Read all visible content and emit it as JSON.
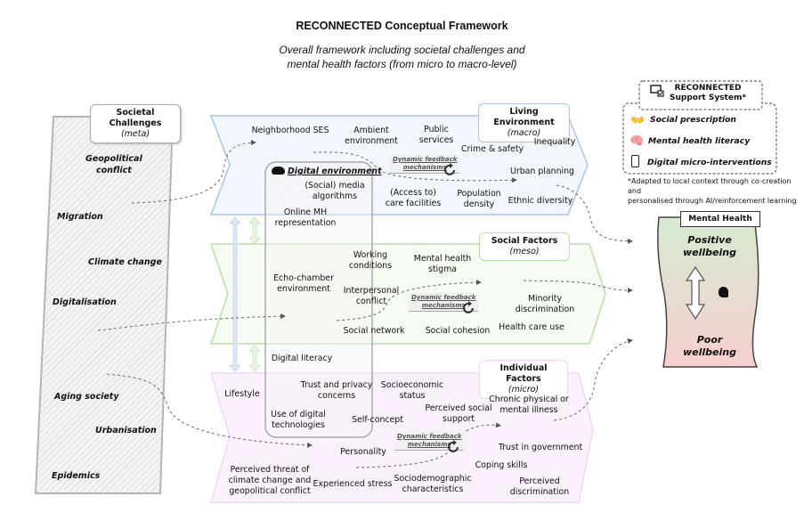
{
  "header": {
    "title": "RECONNECTED Conceptual Framework",
    "subtitle_line1": "Overall framework including societal challenges and",
    "subtitle_line2": "mental health factors (from micro to macro-level)"
  },
  "societal_challenges": {
    "title": "Societal Challenges",
    "level": "(meta)",
    "items": [
      "Geopolitical conflict",
      "Migration",
      "Climate change",
      "Digitalisation",
      "Aging society",
      "Urbanisation",
      "Epidemics"
    ],
    "geopolitical_line1": "Geopolitical",
    "geopolitical_line2": "conflict"
  },
  "living_environment": {
    "title": "Living Environment",
    "level": "(macro)",
    "color": "#a9c4ec",
    "items": [
      {
        "l1": "Neighborhood SES",
        "l2": ""
      },
      {
        "l1": "Ambient",
        "l2": "environment"
      },
      {
        "l1": "Public",
        "l2": "services"
      },
      {
        "l1": "Crime & safety",
        "l2": ""
      },
      {
        "l1": "Inequality",
        "l2": ""
      },
      {
        "l1": "Urban planning",
        "l2": ""
      },
      {
        "l1": "(Access to)",
        "l2": "care facilities"
      },
      {
        "l1": "Population",
        "l2": "density"
      },
      {
        "l1": "Ethnic diversity",
        "l2": ""
      }
    ]
  },
  "social_factors": {
    "title": "Social Factors",
    "level": "(meso)",
    "color": "#b9e0a5",
    "items": [
      {
        "l1": "Working",
        "l2": "conditions"
      },
      {
        "l1": "Mental health",
        "l2": "stigma"
      },
      {
        "l1": "Echo-chamber",
        "l2": "environment"
      },
      {
        "l1": "Interpersonal",
        "l2": "conflict"
      },
      {
        "l1": "Minority",
        "l2": "discrimination"
      },
      {
        "l1": "Social network",
        "l2": ""
      },
      {
        "l1": "Social cohesion",
        "l2": ""
      },
      {
        "l1": "Health care use",
        "l2": ""
      }
    ]
  },
  "individual_factors": {
    "title": "Individual Factors",
    "level": "(micro)",
    "color": "#f1d9f7",
    "items": [
      {
        "l1": "Digital literacy",
        "l2": ""
      },
      {
        "l1": "Lifestyle",
        "l2": ""
      },
      {
        "l1": "Trust and privacy",
        "l2": "concerns"
      },
      {
        "l1": "Socioeconomic",
        "l2": "status"
      },
      {
        "l1": "Chronic physical or",
        "l2": "mental illness"
      },
      {
        "l1": "Perceived social",
        "l2": "support"
      },
      {
        "l1": "Use of digital",
        "l2": "technologies"
      },
      {
        "l1": "Self-concept",
        "l2": ""
      },
      {
        "l1": "Personality",
        "l2": ""
      },
      {
        "l1": "Trust in government",
        "l2": ""
      },
      {
        "l1": "Coping skills",
        "l2": ""
      },
      {
        "l1": "Perceived threat of",
        "l2": "climate change and",
        "l3": "geopolitical conflict"
      },
      {
        "l1": "Experienced stress",
        "l2": ""
      },
      {
        "l1": "Sociodemographic",
        "l2": "characteristics"
      },
      {
        "l1": "Perceived",
        "l2": "discrimination"
      }
    ]
  },
  "digital_environment": {
    "title": "Digital environment",
    "items": [
      {
        "l1": "(Social) media",
        "l2": "algorithms"
      },
      {
        "l1": "Online MH",
        "l2": "representation"
      }
    ]
  },
  "feedback": {
    "line1": "Dynamic feedback",
    "line2": "mechanisms"
  },
  "support_system": {
    "title_line1": "RECONNECTED",
    "title_line2": "Support System*",
    "items": [
      {
        "icon": "helping-hands-icon",
        "label": "Social prescription"
      },
      {
        "icon": "brain-icon",
        "label": "Mental health literacy"
      },
      {
        "icon": "smartphone-icon",
        "label": "Digital micro-interventions"
      }
    ],
    "note_line1": "*Adapted to local context through co-creation and",
    "note_line2": "personalised through AI/reinforcement learning"
  },
  "mental_health": {
    "title": "Mental Health",
    "positive_l1": "Positive",
    "positive_l2": "wellbeing",
    "poor_l1": "Poor",
    "poor_l2": "wellbeing"
  }
}
